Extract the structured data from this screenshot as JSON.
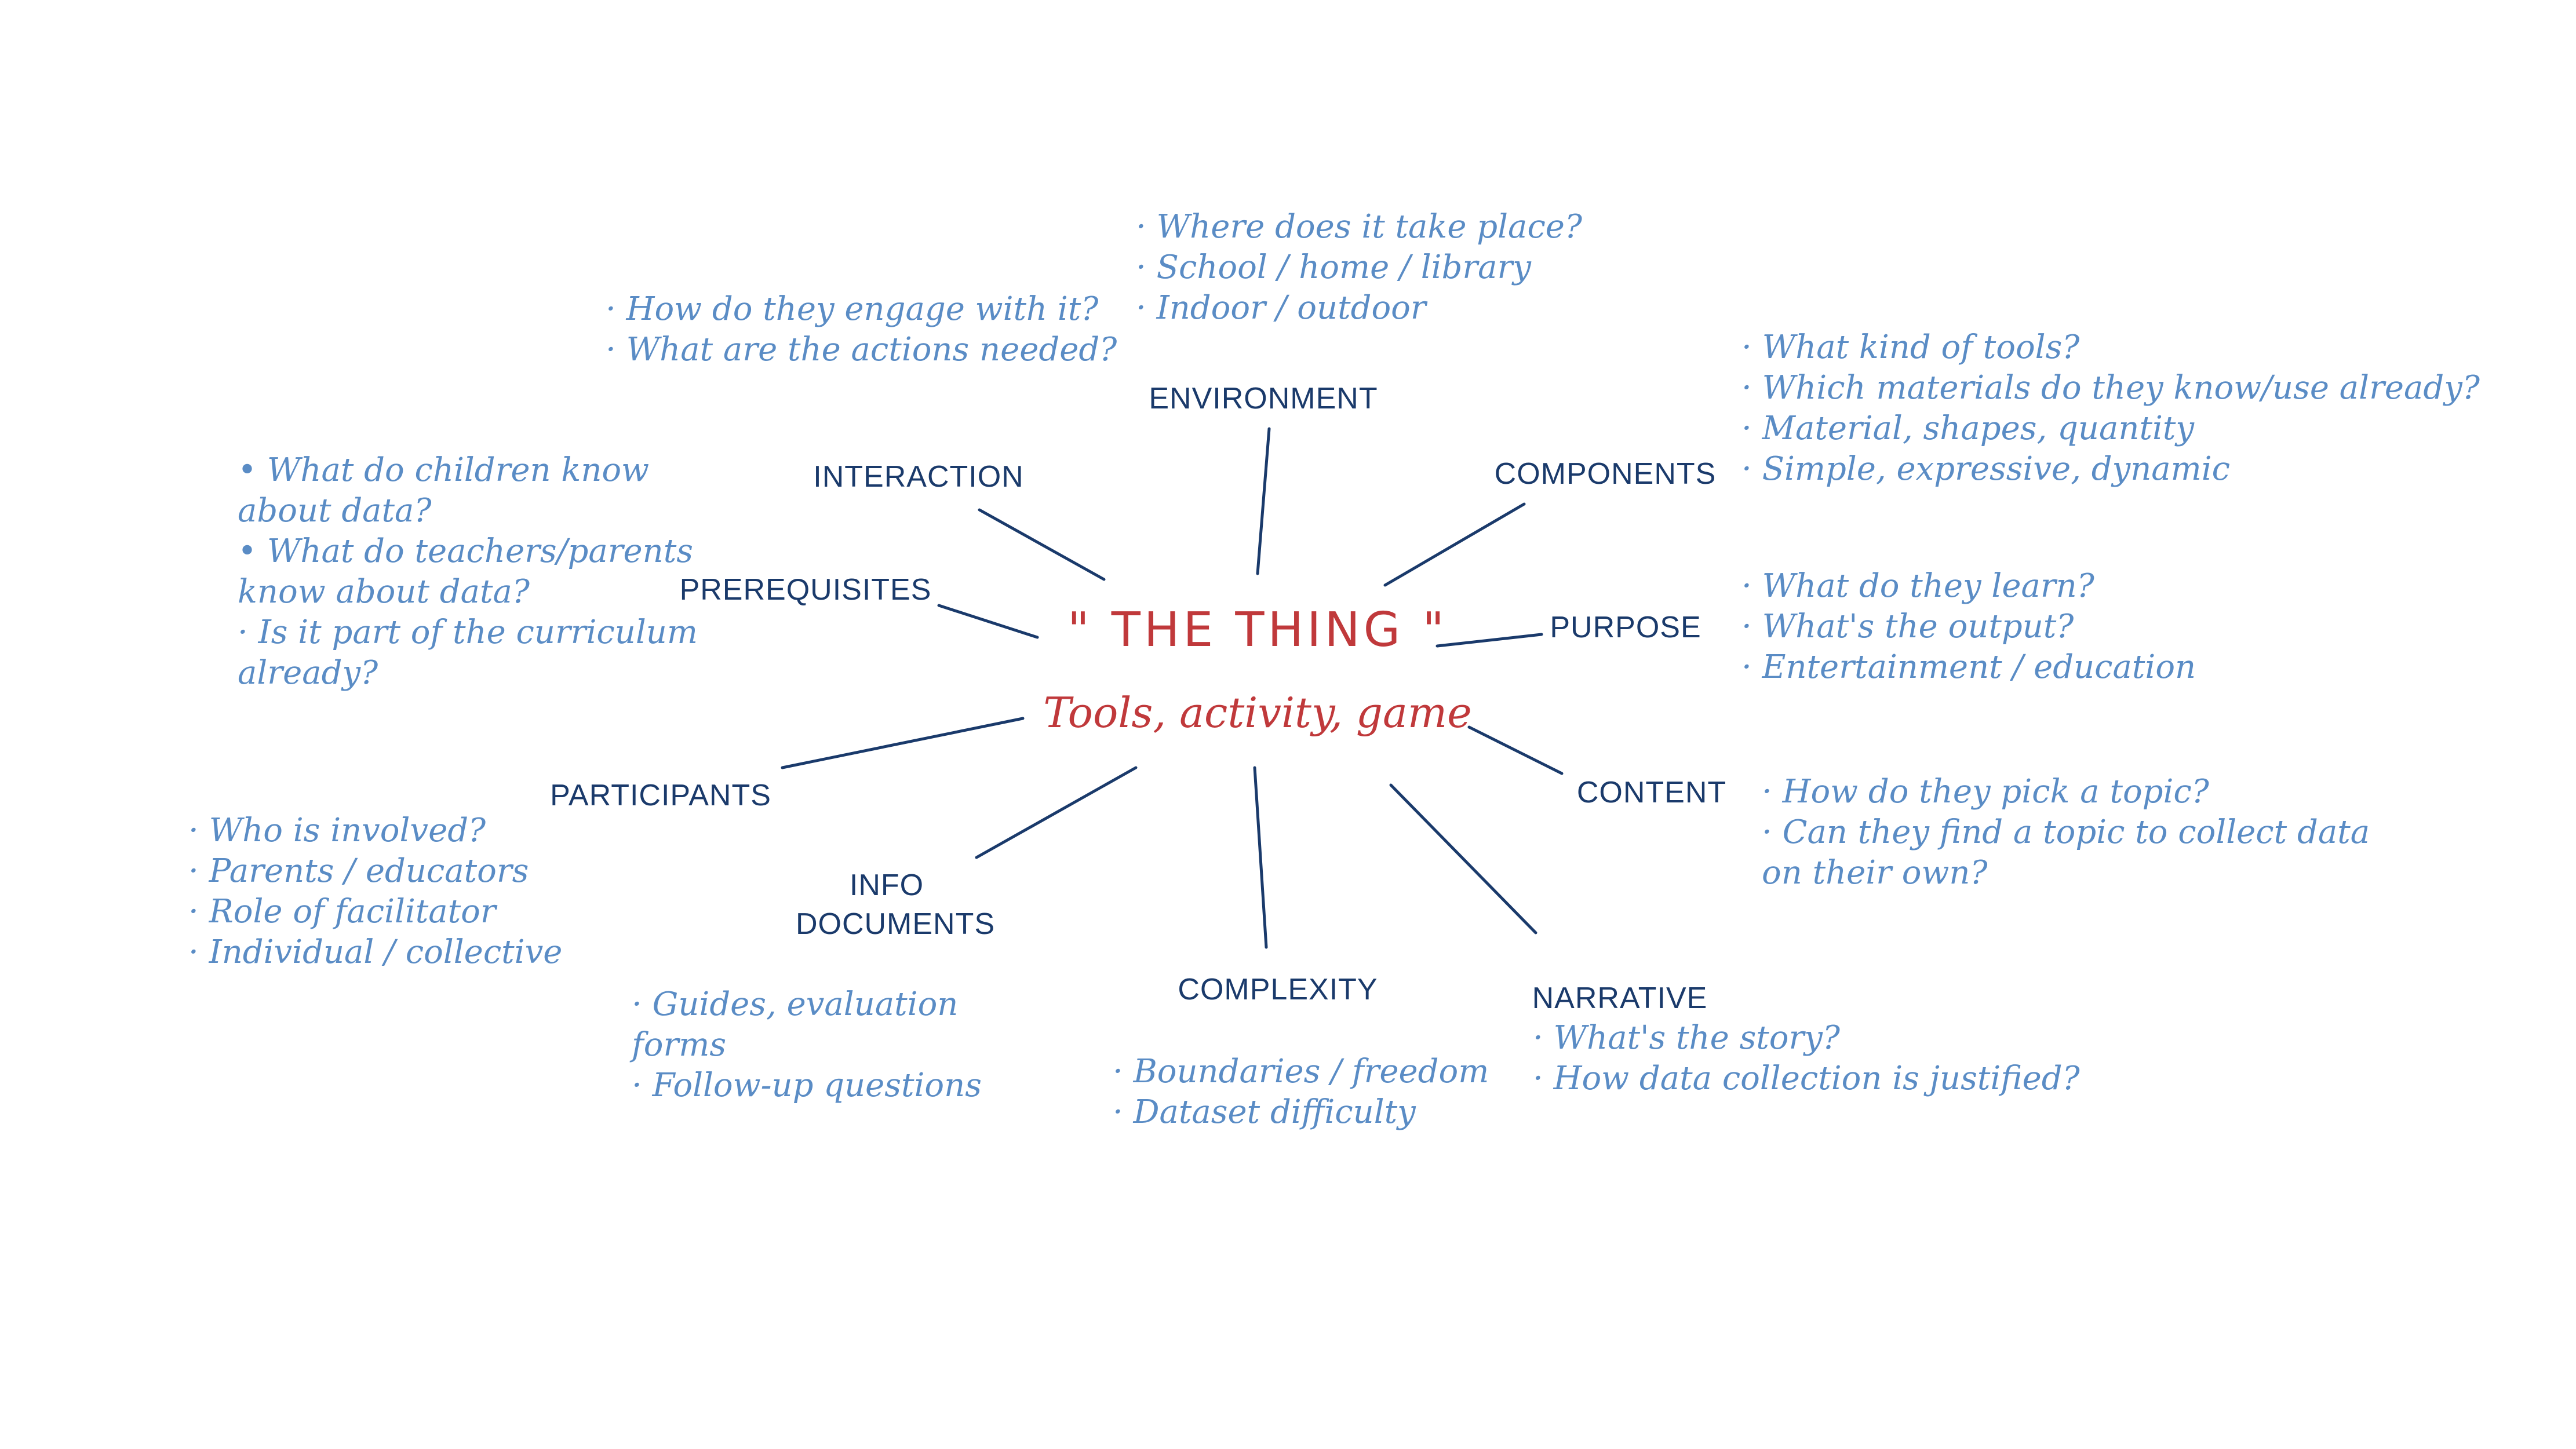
{
  "center": {
    "title": "\" THE THING \"",
    "subtitle": "Tools, activity, game"
  },
  "categories": {
    "environment": "ENVIRONMENT",
    "interaction": "INTERACTION",
    "components": "COMPONENTS",
    "prerequisites": "PREREQUISITES",
    "purpose": "PURPOSE",
    "participants": "PARTICIPANTS",
    "content": "CONTENT",
    "info_documents": [
      "INFO",
      "DOCUMENTS"
    ],
    "complexity": "COMPLEXITY",
    "narrative": "NARRATIVE"
  },
  "notes": {
    "environment": [
      "· Where does it take place?",
      "· School / home / library",
      "· Indoor / outdoor"
    ],
    "interaction": [
      "· How do they engage with it?",
      "· What are the actions needed?"
    ],
    "components": [
      "· What kind of tools?",
      "· Which materials do they know/use already?",
      "· Material, shapes, quantity",
      "· Simple, expressive, dynamic"
    ],
    "prerequisites": [
      "• What do children know",
      "   about data?",
      "• What do teachers/parents",
      "   know about data?",
      "· Is it part of the curriculum",
      "   already?"
    ],
    "purpose": [
      "· What do they learn?",
      "· What's the output?",
      "· Entertainment / education"
    ],
    "content": [
      "· How do they pick a topic?",
      "· Can they find a topic to collect data",
      "   on their own?"
    ],
    "participants": [
      "· Who is involved?",
      "· Parents / educators",
      "· Role of facilitator",
      "· Individual / collective"
    ],
    "info_documents": [
      "· Guides, evaluation",
      "   forms",
      "· Follow-up questions"
    ],
    "complexity": [
      "· Boundaries / freedom",
      "· Dataset difficulty"
    ],
    "narrative": [
      "· What's the story?",
      "· How data collection is justified?"
    ]
  },
  "colors": {
    "center_red": "#c0393b",
    "category_navy": "#1a3a6b",
    "note_blue": "#5a8cc5",
    "background": "#ffffff"
  }
}
